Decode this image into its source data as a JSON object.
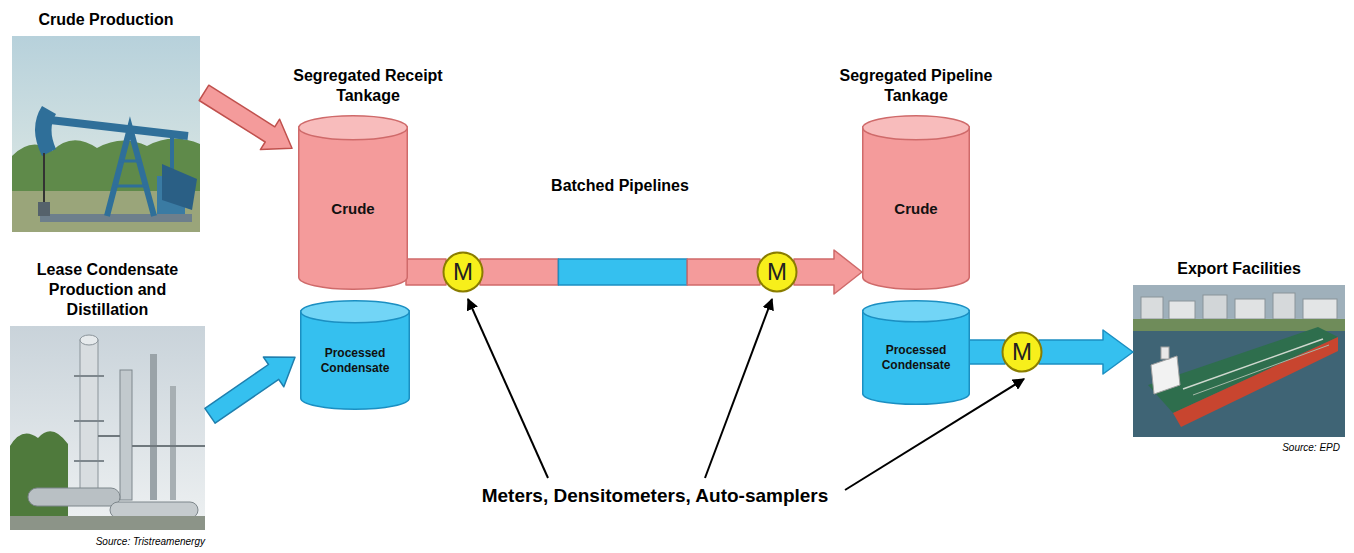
{
  "diagram": {
    "nodes": [
      {
        "text": [
          "Crude Production"
        ]
      },
      {
        "text": [
          "Lease Condensate Production and Distillation"
        ]
      },
      {
        "text": [
          "Crude"
        ]
      },
      {
        "text": [
          "Processed Condensate"
        ]
      },
      {
        "text": [
          "M"
        ]
      },
      {
        "text": [
          "M"
        ]
      },
      {
        "text": [
          "Crude"
        ]
      },
      {
        "text": [
          "Processed Condensate"
        ]
      },
      {
        "text": [
          "M"
        ]
      },
      {
        "text": [
          "Export Facilities"
        ]
      }
    ],
    "edges": [
      {
        "from": 0,
        "to": 2,
        "arrow": "to"
      },
      {
        "from": 1,
        "to": 3,
        "arrow": "to"
      },
      {
        "from": 2,
        "to": 4,
        "arrow": "none"
      },
      {
        "from": 4,
        "to": 5,
        "arrow": "none"
      },
      {
        "from": 5,
        "to": 6,
        "arrow": "to"
      },
      {
        "from": 7,
        "to": 8,
        "arrow": "none"
      },
      {
        "from": 8,
        "to": 9,
        "arrow": "to"
      }
    ],
    "labels": [
      "Segregated Receipt Tankage",
      "Batched Pipelines",
      "Segregated Pipeline Tankage",
      "Meters, Densitometers, Auto-samplers",
      "Source: Tristreamenergy",
      "Source: EPD"
    ]
  }
}
